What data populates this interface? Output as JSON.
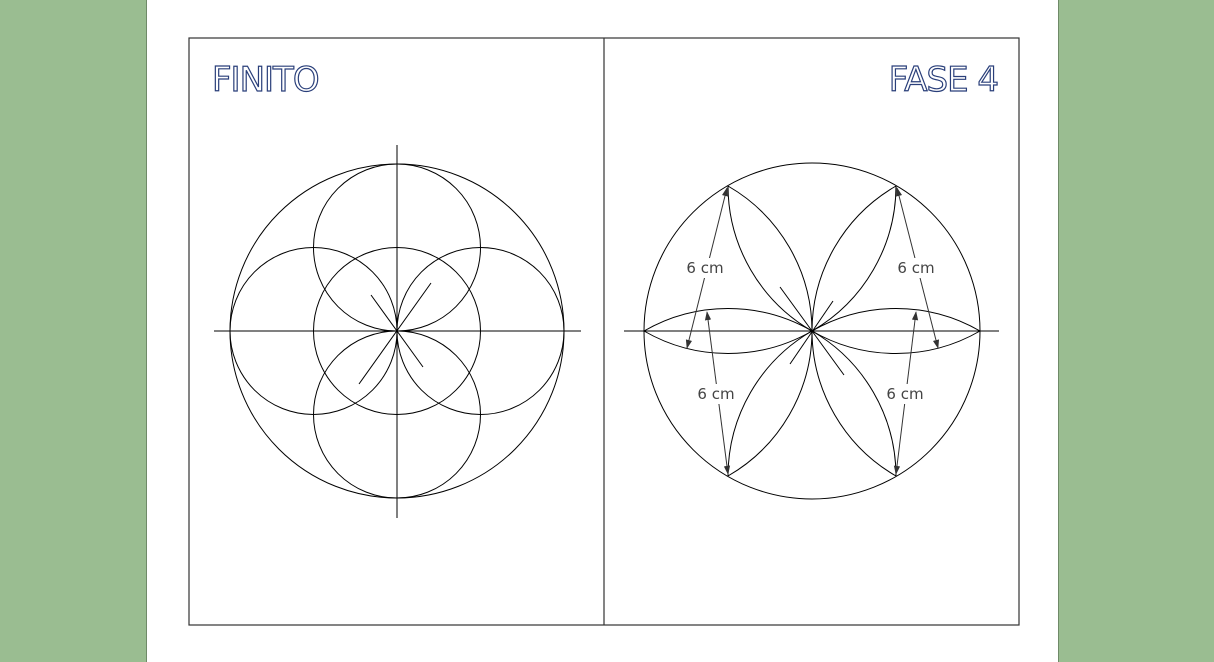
{
  "panels": {
    "left": {
      "title": "FINITO"
    },
    "right": {
      "title": "FASE 4"
    }
  },
  "dimensions": {
    "upper_left": "6 cm",
    "upper_right": "6 cm",
    "lower_left": "6 cm",
    "lower_right": "6 cm"
  },
  "colors": {
    "background": "#9abd91",
    "sheet": "#ffffff",
    "line": "#000000",
    "title_outline": "#2a3f7a",
    "label": "#444444"
  }
}
